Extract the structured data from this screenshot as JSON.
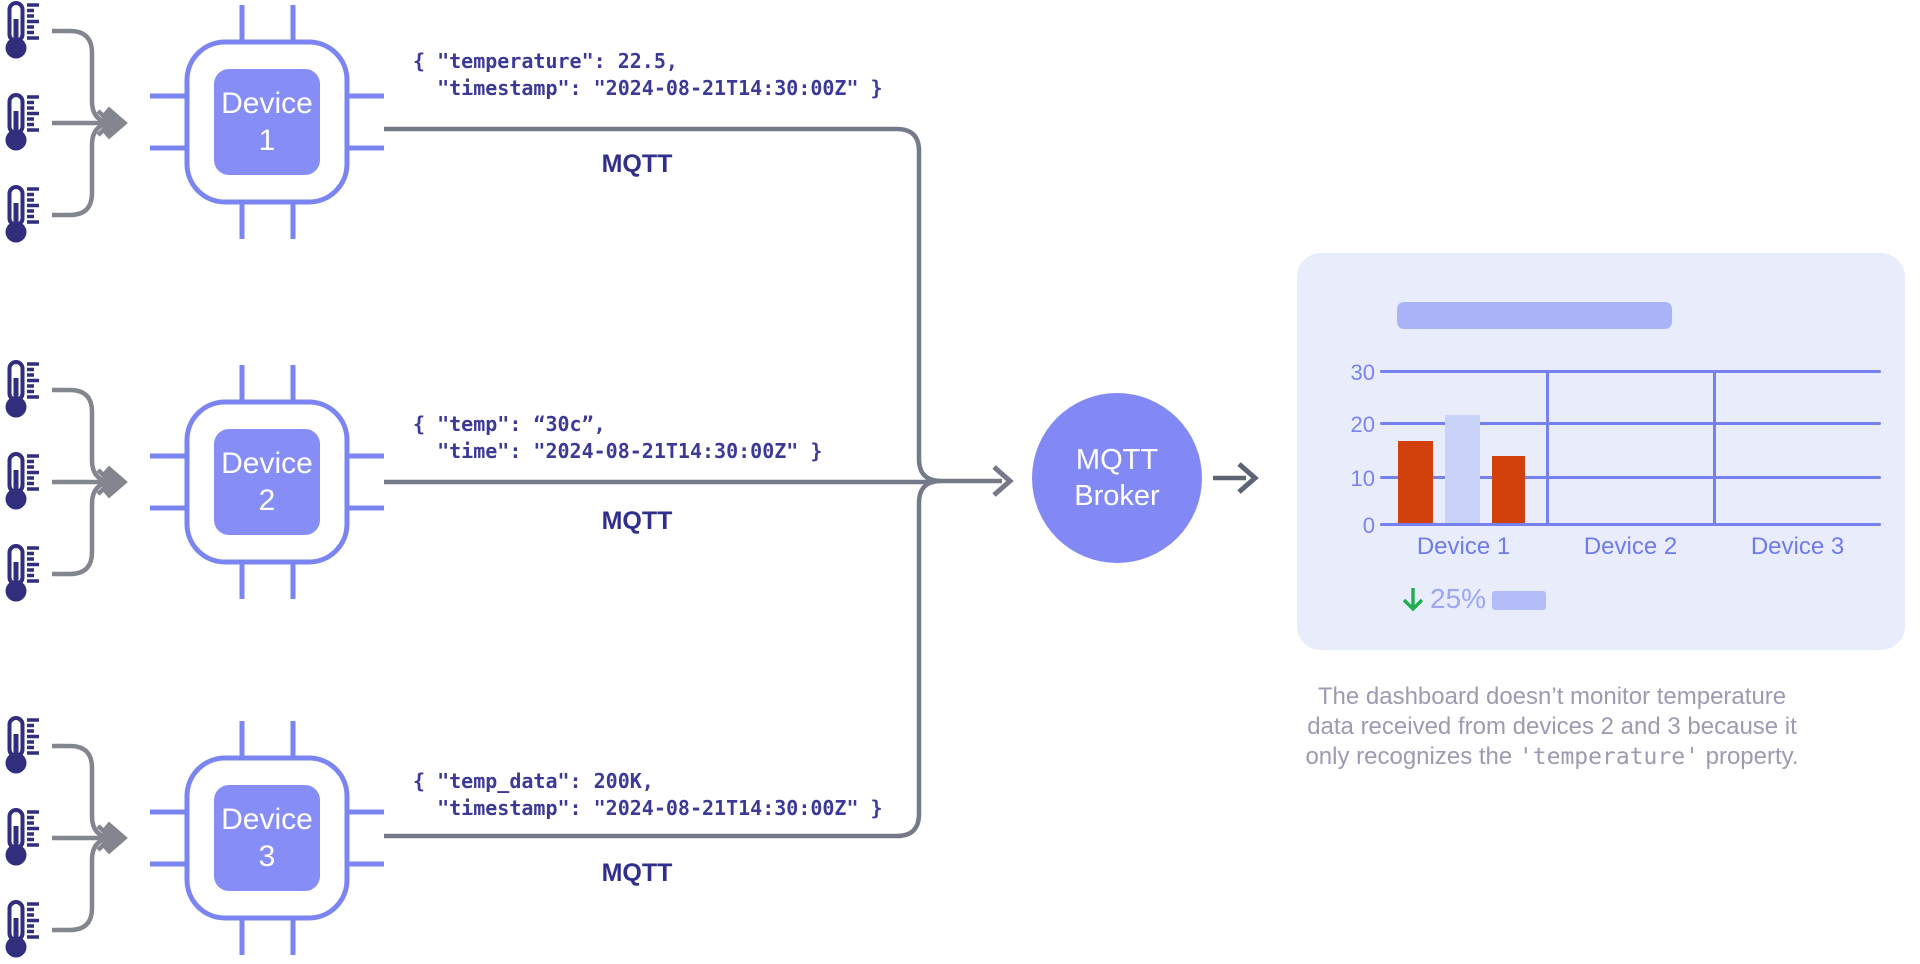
{
  "diagram": {
    "devices": [
      {
        "chip_label": [
          "Device",
          "1"
        ],
        "message": [
          "{ \"temperature\": 22.5,",
          "  \"timestamp\": \"2024-08-21T14:30:00Z\" }"
        ],
        "protocol_label": "MQTT",
        "sensor_count": 3
      },
      {
        "chip_label": [
          "Device",
          "2"
        ],
        "message": [
          "{ \"temp\": “30c”,",
          "  \"time\": \"2024-08-21T14:30:00Z\" }"
        ],
        "protocol_label": "MQTT",
        "sensor_count": 3
      },
      {
        "chip_label": [
          "Device",
          "3"
        ],
        "message": [
          "{ \"temp_data\": 200K,",
          "  \"timestamp\": \"2024-08-21T14:30:00Z\" }"
        ],
        "protocol_label": "MQTT",
        "sensor_count": 3
      }
    ],
    "broker_label": [
      "MQTT",
      "Broker"
    ]
  },
  "chart_data": {
    "type": "bar",
    "categories": [
      "Device 1",
      "Device 2",
      "Device 3"
    ],
    "bars": [
      {
        "category": "Device 1",
        "value": 16,
        "color": "#D2410C"
      },
      {
        "category": "Device 1",
        "value": 21,
        "color": "#C9D2F9"
      },
      {
        "category": "Device 1",
        "value": 13,
        "color": "#D2410C"
      }
    ],
    "ylim": [
      0,
      30
    ],
    "yticks": [
      30,
      20,
      10,
      0
    ],
    "ytick_labels": [
      "30",
      "20",
      "10",
      "0"
    ],
    "grid": true,
    "legend_position": "none",
    "title": ""
  },
  "dashboard": {
    "stat": {
      "trend": "down",
      "value": "25%"
    }
  },
  "caption": {
    "line1": "The dashboard doesn’t monitor temperature",
    "line2": "data received from devices 2 and 3 because it",
    "line3_prefix": "only recognizes the ",
    "line3_code": "'temperature'",
    "line3_suffix": " property."
  },
  "colors": {
    "periwinkle_stroke": "#7B85F2",
    "chip_fill": "#868DF6",
    "broker_fill": "#8289F4",
    "red_bar": "#D2410C",
    "light_bar": "#C9D2F9",
    "grid_line": "#7680EE",
    "card_bg": "#E9ECFA",
    "json_text": "#3C3A96",
    "mqtt_text": "#322F8B",
    "thermometer": "#312E7D",
    "connector_gray": "#83868F",
    "trend_green": "#1FAD52",
    "caption_gray": "#9D9AB1"
  }
}
